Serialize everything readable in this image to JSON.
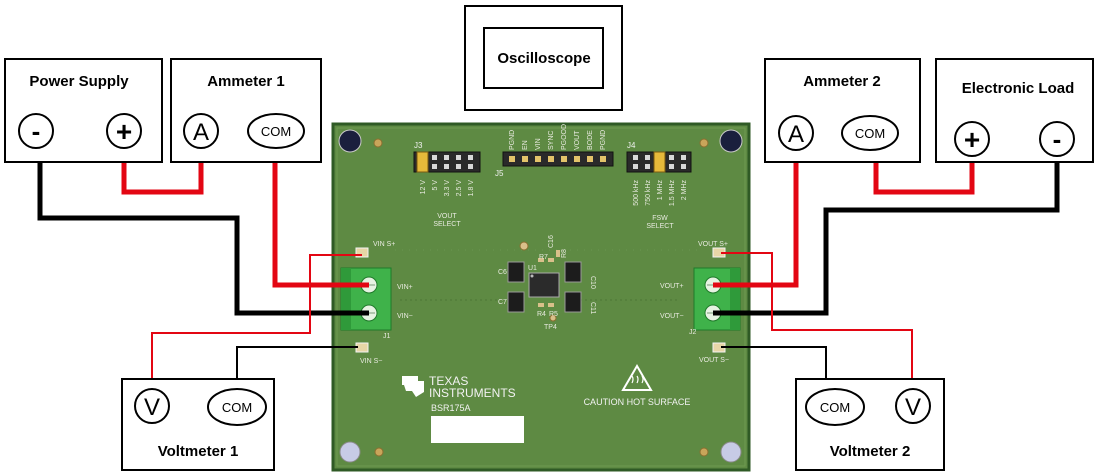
{
  "instruments": {
    "power_supply": {
      "title": "Power Supply",
      "minus": "-",
      "plus": "+"
    },
    "ammeter1": {
      "title": "Ammeter 1",
      "a": "A",
      "com": "COM"
    },
    "oscilloscope": {
      "title": "Oscilloscope"
    },
    "ammeter2": {
      "title": "Ammeter 2",
      "a": "A",
      "com": "COM"
    },
    "electronic_load": {
      "title": "Electronic Load",
      "plus": "+",
      "minus": "-"
    },
    "voltmeter1": {
      "title": "Voltmeter 1",
      "v": "V",
      "com": "COM"
    },
    "voltmeter2": {
      "title": "Voltmeter 2",
      "v": "V",
      "com": "COM"
    }
  },
  "board": {
    "j3": "J3",
    "j4": "J4",
    "j5": "J5",
    "j1": "J1",
    "j2": "J2",
    "j5_pins": [
      "PGND",
      "EN",
      "VIN",
      "SYNC",
      "PGOOD",
      "VOUT",
      "BODE",
      "PGND"
    ],
    "vout_options": [
      "12 V",
      "5 V",
      "3.3 V",
      "2.5 V",
      "1.8 V"
    ],
    "vout_select": [
      "VOUT",
      "SELECT"
    ],
    "fsw_options": [
      "500 kHz",
      "750 kHz",
      "1 MHz",
      "1.5 MHz",
      "2 MHz"
    ],
    "fsw_select": [
      "FSW",
      "SELECT"
    ],
    "vin_s_plus": "VIN S+",
    "vin_s_minus": "VIN S−",
    "vout_s_plus": "VOUT S+",
    "vout_s_minus": "VOUT S−",
    "vin_plus": "VIN+",
    "vin_minus": "VIN−",
    "vout_plus": "VOUT+",
    "vout_minus": "VOUT−",
    "c6": "C6",
    "c7": "C7",
    "c10": "C10",
    "c11": "C11",
    "c16": "C16",
    "u1": "U1",
    "r4": "R4",
    "r5": "R5",
    "r7": "R7",
    "r8": "R8",
    "tp4": "TP4",
    "ti_line1": "TEXAS",
    "ti_line2": "INSTRUMENTS",
    "board_id": "BSR175A",
    "caution": "CAUTION HOT SURFACE"
  },
  "colors": {
    "pcb": "#5e8a43",
    "pcb_edge": "#2f5a25",
    "terminal": "#3fb24a",
    "wire_red": "#e30613",
    "wire_black": "#000000"
  }
}
